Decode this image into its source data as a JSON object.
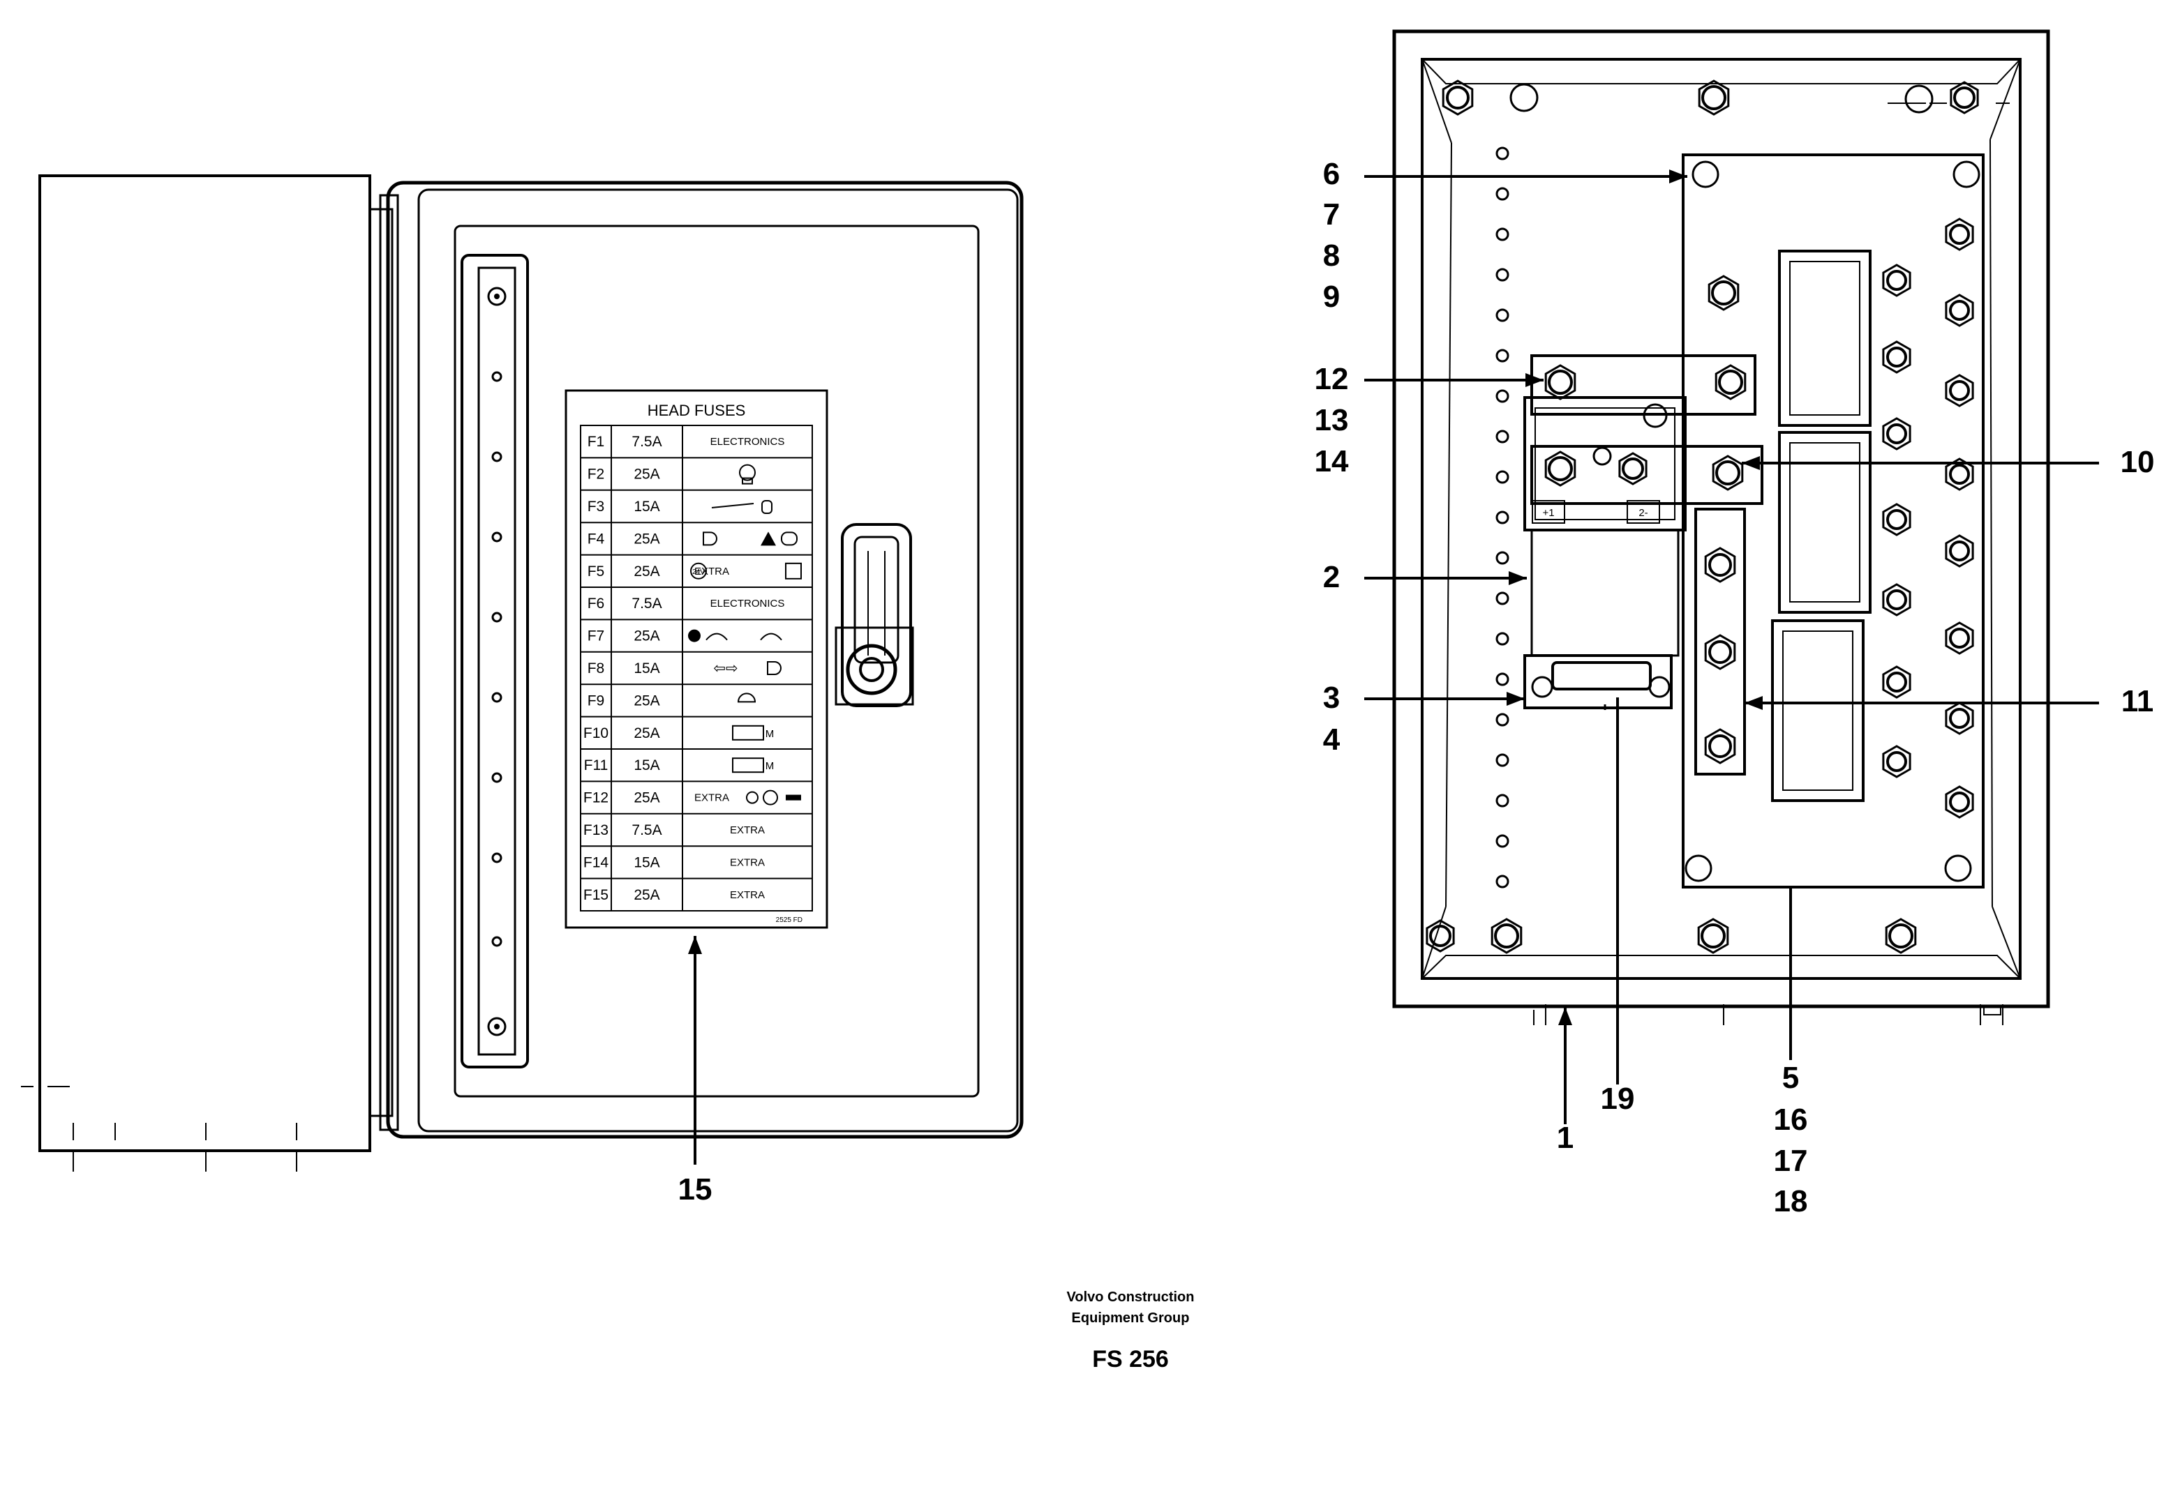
{
  "fuse_label": {
    "title": "HEAD FUSES",
    "rows": [
      {
        "fuse": "F1",
        "rating": "7.5A",
        "function": "ELECTRONICS"
      },
      {
        "fuse": "F2",
        "rating": "25A",
        "function": ""
      },
      {
        "fuse": "F3",
        "rating": "15A",
        "function": ""
      },
      {
        "fuse": "F4",
        "rating": "25A",
        "function": ""
      },
      {
        "fuse": "F5",
        "rating": "25A",
        "function": "EXTRA"
      },
      {
        "fuse": "F6",
        "rating": "7.5A",
        "function": "ELECTRONICS"
      },
      {
        "fuse": "F7",
        "rating": "25A",
        "function": ""
      },
      {
        "fuse": "F8",
        "rating": "15A",
        "function": ""
      },
      {
        "fuse": "F9",
        "rating": "25A",
        "function": ""
      },
      {
        "fuse": "F10",
        "rating": "25A",
        "function": ""
      },
      {
        "fuse": "F11",
        "rating": "15A",
        "function": ""
      },
      {
        "fuse": "F12",
        "rating": "25A",
        "function": "EXTRA"
      },
      {
        "fuse": "F13",
        "rating": "7.5A",
        "function": "EXTRA"
      },
      {
        "fuse": "F14",
        "rating": "15A",
        "function": "EXTRA"
      },
      {
        "fuse": "F15",
        "rating": "25A",
        "function": "EXTRA"
      }
    ],
    "code": "2525 FD",
    "f10_mark": "M",
    "f11_mark": "M",
    "f5_badge": "24V"
  },
  "relay_labels": {
    "plus": "+1",
    "minus": "2-"
  },
  "callouts": {
    "c1": "1",
    "c2": "2",
    "c3": "3",
    "c4": "4",
    "c5": "5",
    "c6": "6",
    "c7": "7",
    "c8": "8",
    "c9": "9",
    "c10": "10",
    "c11": "11",
    "c12": "12",
    "c13": "13",
    "c14": "14",
    "c15": "15",
    "c16": "16",
    "c17": "17",
    "c18": "18",
    "c19": "19"
  },
  "footer": {
    "company_line1": "Volvo Construction",
    "company_line2": "Equipment Group",
    "figure_id": "FS 256"
  },
  "icons": [
    "headlight-icon",
    "fan-icon",
    "wiper-icon",
    "work-light-icon",
    "warning-triangle-icon",
    "horn-icon",
    "motor-icon"
  ]
}
